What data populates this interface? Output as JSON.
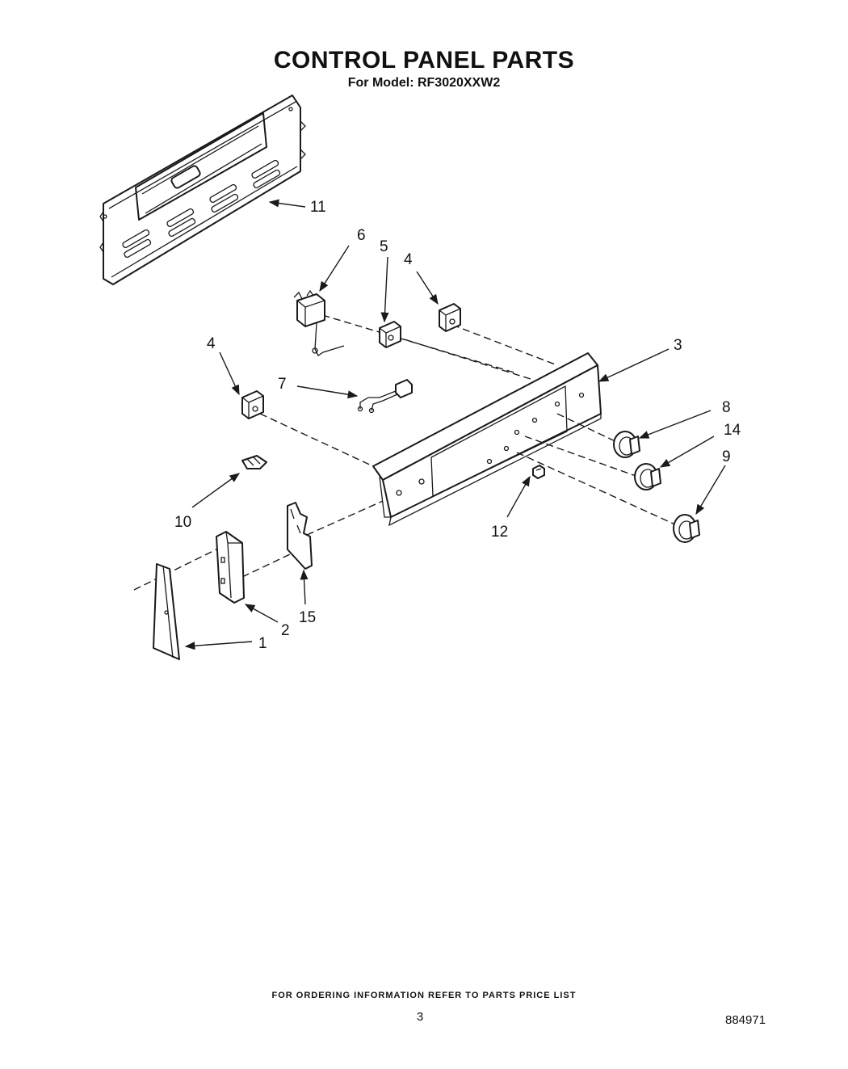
{
  "header": {
    "title": "CONTROL PANEL PARTS",
    "subtitle": "For Model: RF3020XXW2"
  },
  "callouts": {
    "c1": "1",
    "c2": "2",
    "c3": "3",
    "c4a": "4",
    "c4b": "4",
    "c5": "5",
    "c6": "6",
    "c7": "7",
    "c8": "8",
    "c9": "9",
    "c10": "10",
    "c11": "11",
    "c12": "12",
    "c14": "14",
    "c15": "15"
  },
  "footer": {
    "note": "FOR ORDERING INFORMATION REFER TO PARTS PRICE LIST",
    "page_number": "3",
    "doc_number": "884971"
  }
}
